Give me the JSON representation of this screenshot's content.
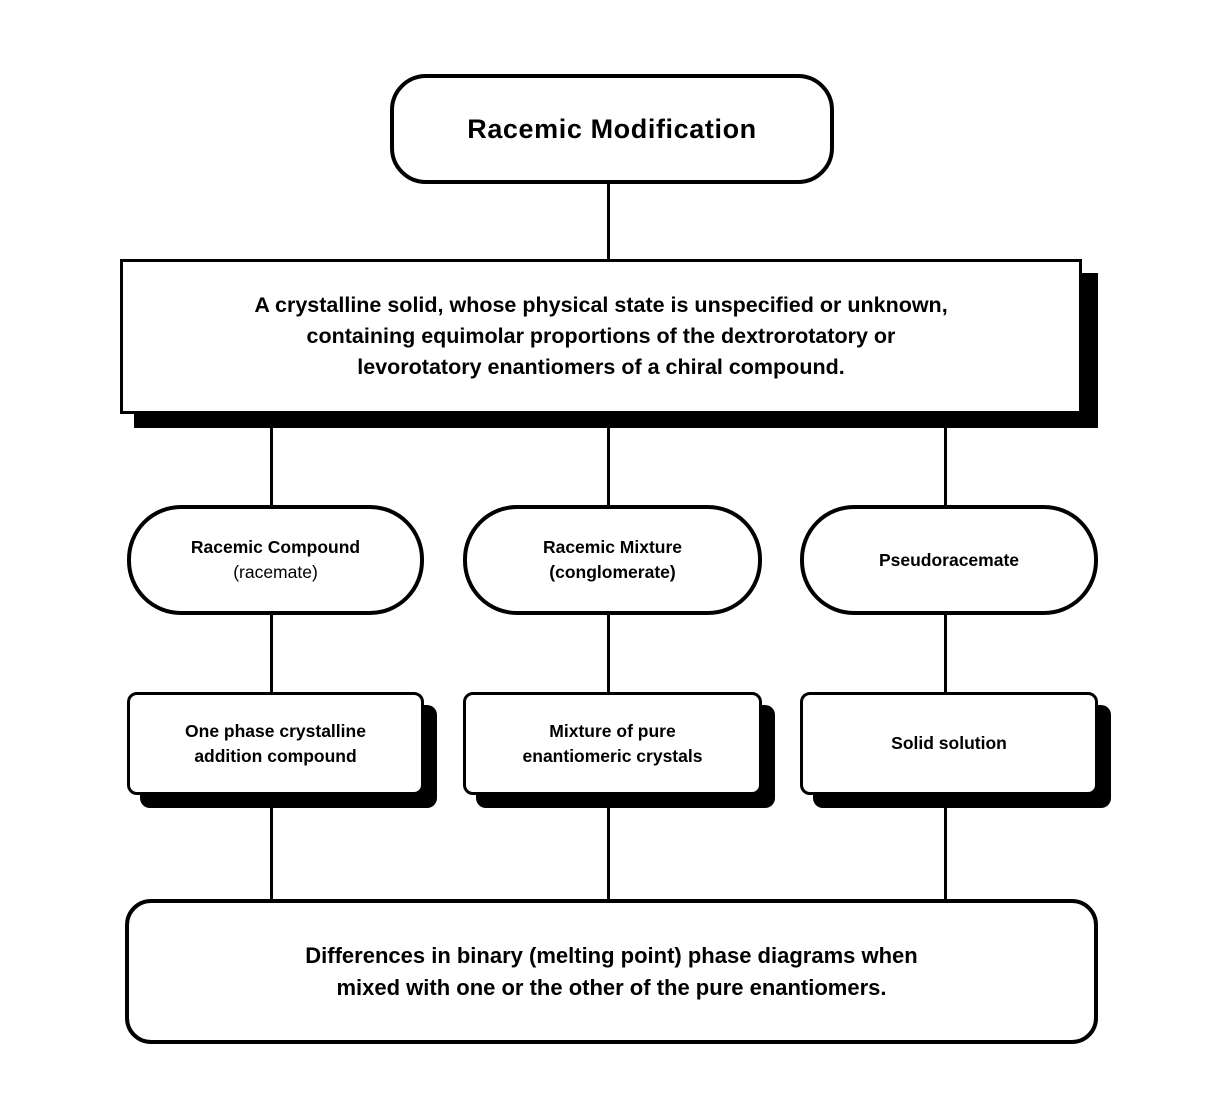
{
  "diagram": {
    "title_node": {
      "label": "Racemic  Modification"
    },
    "definition_node": {
      "line1": "A crystalline solid, whose physical state is unspecified or unknown,",
      "line2": "containing equimolar proportions of the dextrorotatory or",
      "line3": "levorotatory enantiomers of a chiral compound."
    },
    "type_nodes": [
      {
        "label": "Racemic Compound",
        "sublabel": "(racemate)"
      },
      {
        "label": "Racemic Mixture",
        "sublabel": "(conglomerate)"
      },
      {
        "label": "Pseudoracemate",
        "sublabel": ""
      }
    ],
    "result_nodes": [
      {
        "line1": "One phase crystalline",
        "line2": "addition compound"
      },
      {
        "line1": "Mixture of pure",
        "line2": "enantiomeric crystals"
      },
      {
        "line1": "Solid solution",
        "line2": ""
      }
    ],
    "summary_node": {
      "line1": "Differences in binary (melting point) phase diagrams when",
      "line2": "mixed with one or the other of the pure enantiomers."
    },
    "colors": {
      "stroke": "#000000",
      "fill": "#ffffff",
      "shadow": "#000000",
      "text": "#000000"
    }
  }
}
